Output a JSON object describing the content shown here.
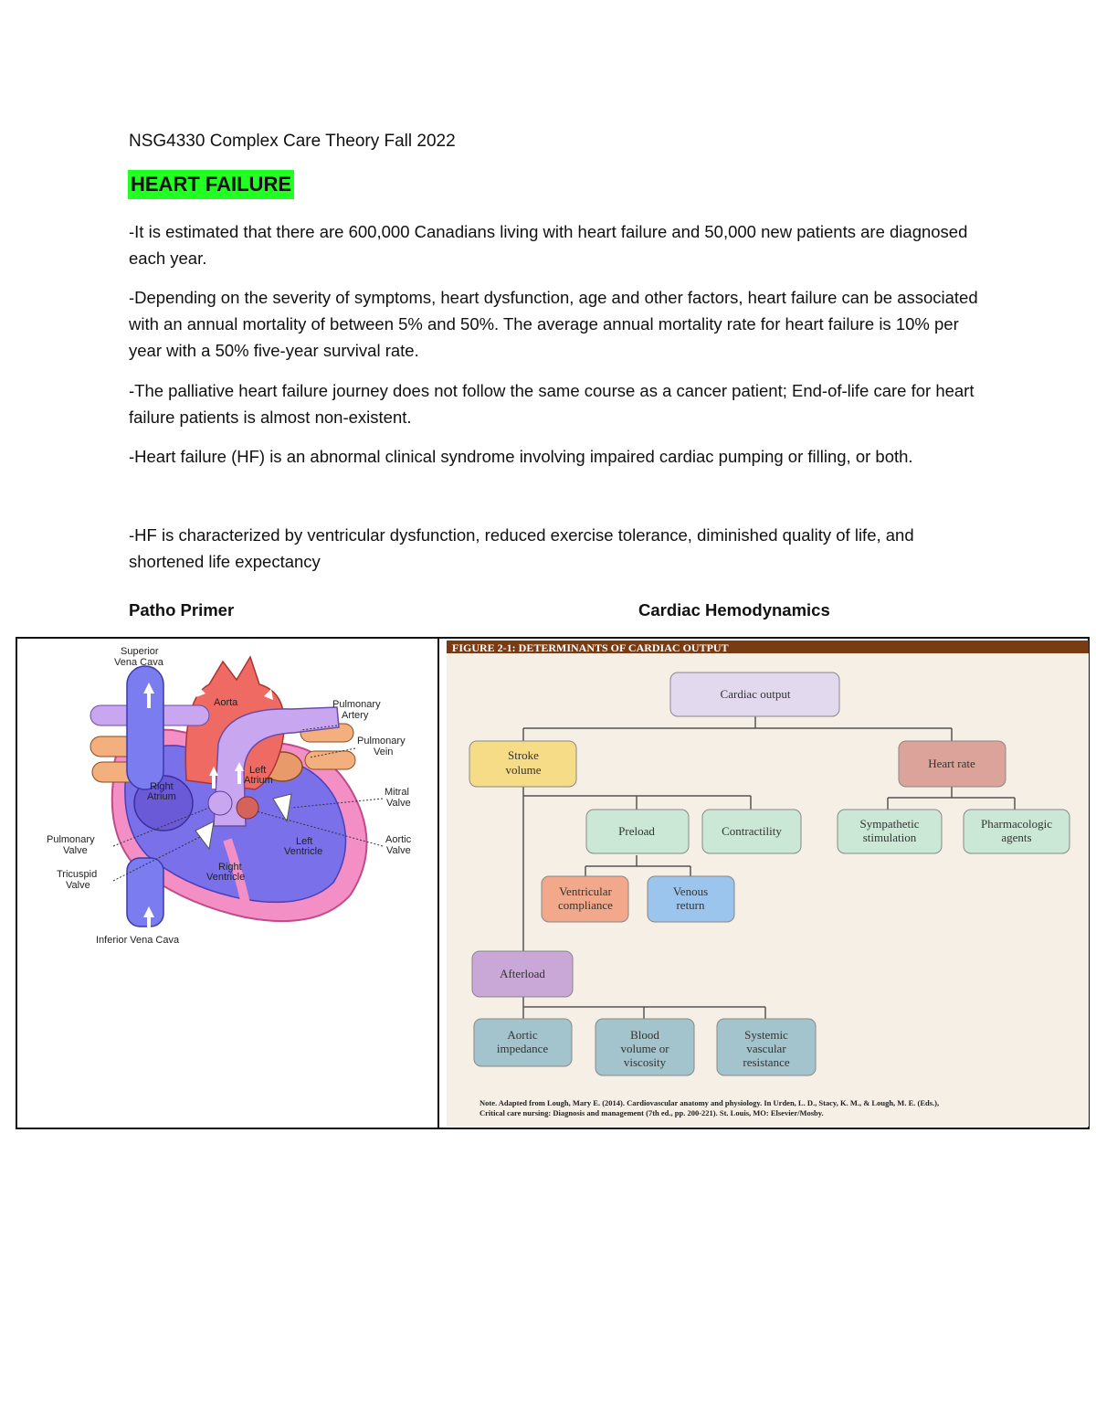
{
  "header": {
    "course": "NSG4330 Complex Care Theory Fall 2022"
  },
  "title": "HEART FAILURE",
  "paragraphs": [
    "-It is estimated that there are 600,000 Canadians living with heart failure and 50,000 new patients are diagnosed each year.",
    "-Depending on the severity of symptoms, heart dysfunction, age and other factors, heart failure can be associated with an annual mortality of between 5% and 50%. The average annual mortality rate for heart failure is 10% per year with a 50% five-year survival rate.",
    "-The palliative heart failure journey does not follow the same course as a cancer patient; End-of-life care for heart failure patients is almost non-existent.",
    "-Heart failure (HF) is an abnormal clinical syndrome involving impaired cardiac pumping or filling, or both.",
    "-HF is characterized by ventricular dysfunction, reduced exercise tolerance, diminished quality of life, and shortened life expectancy"
  ],
  "labels": {
    "left": "Patho Primer",
    "right": "Cardiac Hemodynamics"
  },
  "heart_diagram": {
    "superior_vena_cava": [
      "Superior",
      "Vena Cava"
    ],
    "aorta": "Aorta",
    "pulmonary_artery": [
      "Pulmonary",
      "Artery"
    ],
    "pulmonary_vein": [
      "Pulmonary",
      "Vein"
    ],
    "left_atrium": [
      "Left",
      "Atrium"
    ],
    "right_atrium": [
      "Right",
      "Atrium"
    ],
    "mitral_valve": [
      "Mitral",
      "Valve"
    ],
    "pulmonary_valve": [
      "Pulmonary",
      "Valve"
    ],
    "left_ventricle": [
      "Left",
      "Ventricle"
    ],
    "aortic_valve": [
      "Aortic",
      "Valve"
    ],
    "tricuspid_valve": [
      "Tricuspid",
      "Valve"
    ],
    "right_ventricle": [
      "Right",
      "Ventricle"
    ],
    "inferior_vena_cava": "Inferior Vena Cava"
  },
  "hemo_figure": {
    "title": "FIGURE 2-1: DETERMINANTS OF CARDIAC OUTPUT",
    "nodes": {
      "cardiac_output": [
        "Cardiac output"
      ],
      "stroke_volume": [
        "Stroke",
        "volume"
      ],
      "heart_rate": [
        "Heart rate"
      ],
      "preload": [
        "Preload"
      ],
      "contractility": [
        "Contractility"
      ],
      "sympathetic": [
        "Sympathetic",
        "stimulation"
      ],
      "pharmacologic": [
        "Pharmacologic",
        "agents"
      ],
      "ventricular_compliance": [
        "Ventricular",
        "compliance"
      ],
      "venous_return": [
        "Venous",
        "return"
      ],
      "afterload": [
        "Afterload"
      ],
      "aortic_impedance": [
        "Aortic",
        "impedance"
      ],
      "blood_volume": [
        "Blood",
        "volume or",
        "viscosity"
      ],
      "svr": [
        "Systemic",
        "vascular",
        "resistance"
      ]
    },
    "note": [
      "Note. Adapted from Lough, Mary E. (2014). Cardiovascular anatomy and physiology. In Urden, L. D., Stacy, K. M., & Lough, M. E. (Eds.),",
      "Critical care nursing: Diagnosis and management (7th ed., pp. 200-221). St. Louis, MO: Elsevier/Mosby."
    ]
  },
  "colors": {
    "title_highlight": "#22ff22",
    "figure_bg": "#f6efe6",
    "figure_header": "#7a3b12",
    "purple_node": "#e2d9ee",
    "yellow_node": "#f7dc88",
    "red_node": "#dba39a",
    "green_node": "#cbe8d6",
    "salmon_node": "#f2a88a",
    "blue_node": "#9cc5ee",
    "violet_node": "#c9a7d6",
    "teal_node": "#a3c4cd"
  }
}
